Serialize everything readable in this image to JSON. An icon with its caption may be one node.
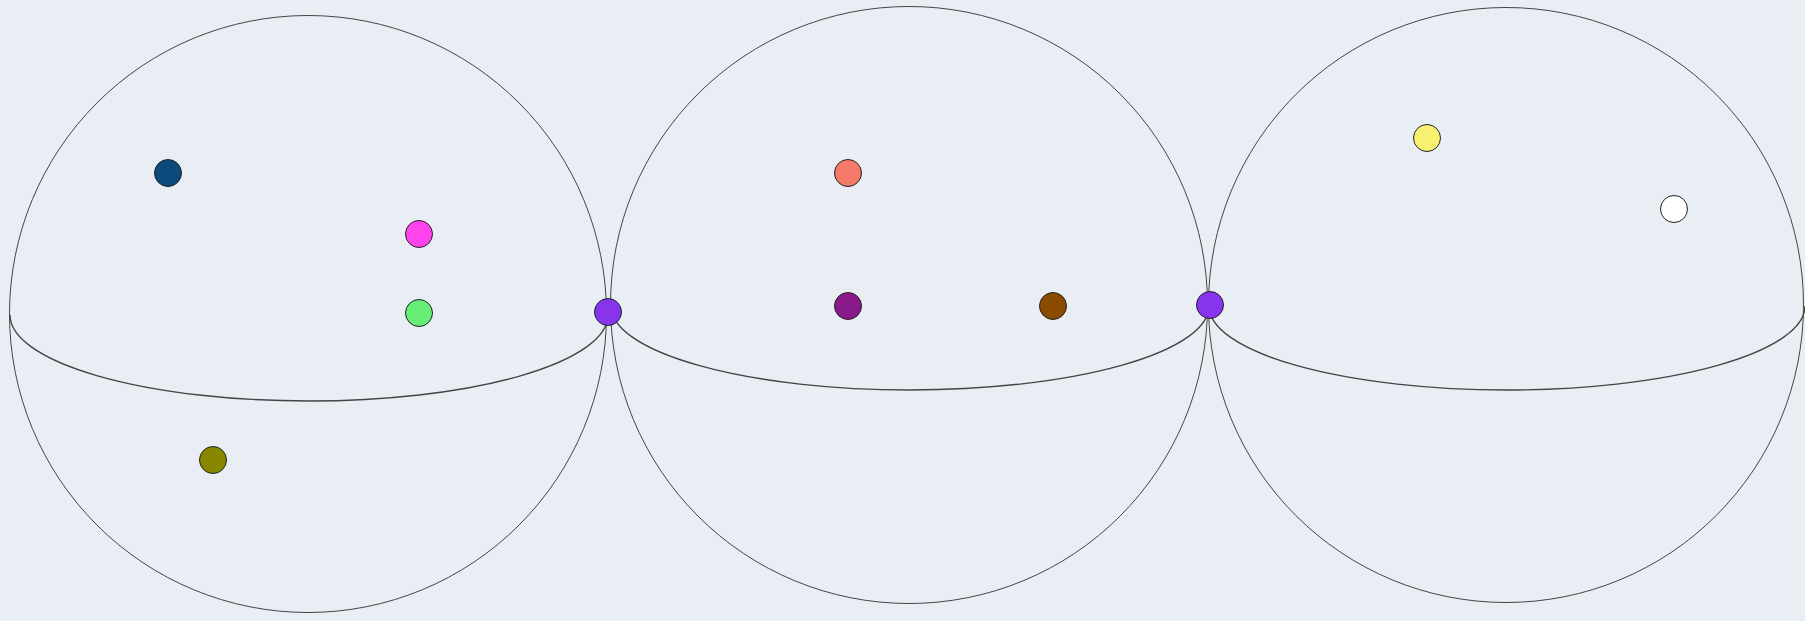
{
  "diagram": {
    "nodes": [
      {
        "text": [],
        "shape": "circle"
      },
      {
        "text": [],
        "shape": "circle",
        "in": 0
      },
      {
        "text": [],
        "shape": "circle",
        "in": 0
      },
      {
        "text": [],
        "shape": "circle",
        "in": 0
      },
      {
        "text": [],
        "shape": "circle",
        "in": 0
      },
      {
        "text": [],
        "shape": "circle"
      },
      {
        "text": [],
        "shape": "circle"
      },
      {
        "text": [],
        "shape": "circle",
        "in": 6
      },
      {
        "text": [],
        "shape": "circle",
        "in": 6
      },
      {
        "text": [],
        "shape": "circle",
        "in": 6
      },
      {
        "text": [],
        "shape": "circle"
      },
      {
        "text": [],
        "shape": "circle"
      },
      {
        "text": [],
        "shape": "circle",
        "in": 11
      },
      {
        "text": [],
        "shape": "circle",
        "in": 11
      }
    ]
  }
}
